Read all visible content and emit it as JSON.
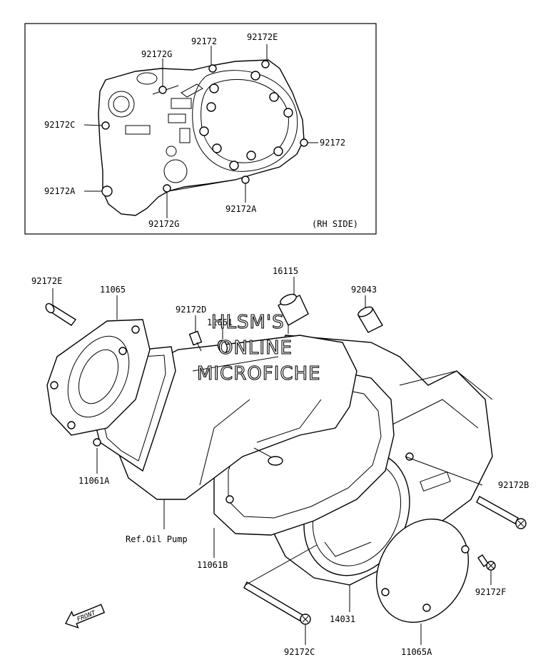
{
  "watermark": {
    "line1": "HLSM'S",
    "line2": "ONLINE",
    "line3": "MICROFICHE"
  },
  "inset": {
    "caption": "(RH SIDE)",
    "labels": {
      "l92172_top": "92172",
      "l92172E_top": "92172E",
      "l92172G_top": "92172G",
      "l92172C": "92172C",
      "l92172_right": "92172",
      "l92172A_left": "92172A",
      "l92172A_bottom": "92172A",
      "l92172G_bottom": "92172G"
    }
  },
  "main": {
    "labels": {
      "l92172E": "92172E",
      "l11065": "11065",
      "l92172D": "92172D",
      "l11061": "11061",
      "l16115": "16115",
      "l92043": "92043",
      "l11061A": "11061A",
      "l92172B": "92172B",
      "lOilPump": "Ref.Oil Pump",
      "l11061B": "11061B",
      "l92172F": "92172F",
      "l14031": "14031",
      "l92172C": "92172C",
      "l11065A": "11065A"
    },
    "front_arrow": "FRONT"
  }
}
